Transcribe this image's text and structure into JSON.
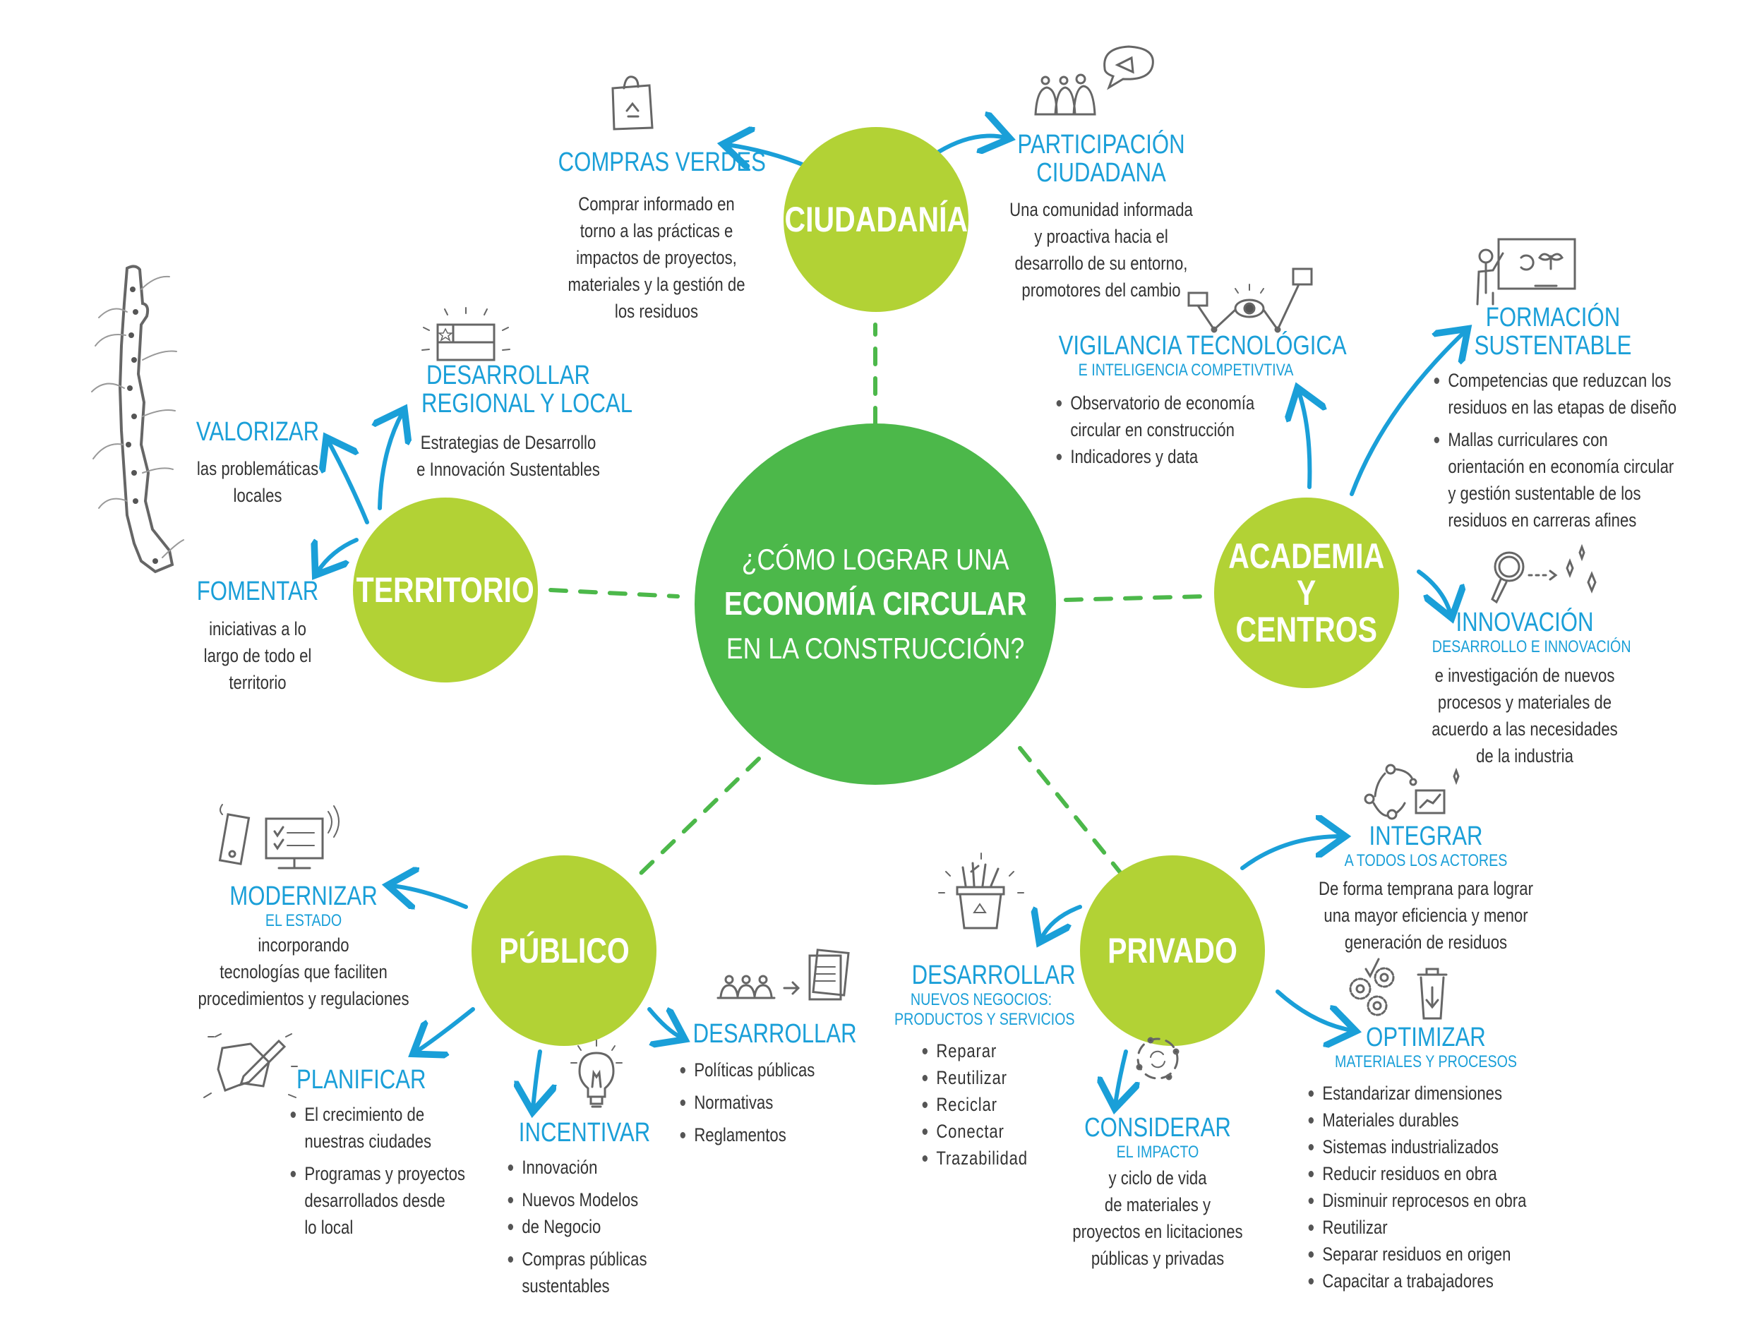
{
  "center": {
    "line1": "¿CÓMO LOGRAR UNA",
    "line2": "ECONOMÍA CIRCULAR",
    "line3": "EN LA CONSTRUCCIÓN?"
  },
  "colors": {
    "center": "#4cb84a",
    "hub": "#b2d235",
    "accent_blue": "#1a9fd8",
    "text": "#333333",
    "connector": "#4cb84a"
  },
  "hubs": {
    "ciudadania": {
      "label": "CIUDADANÍA",
      "branches": {
        "compras_verdes": {
          "title": "COMPRAS VERDES",
          "icon": "recycle-bag-icon",
          "text": [
            "Comprar informado en",
            "torno a las prácticas e",
            "impactos de  proyectos,",
            "materiales y la gestión de",
            "los residuos"
          ]
        },
        "participacion": {
          "title_1": "PARTICIPACIÓN",
          "title_2": "CIUDADANA",
          "icon": "people-megaphone-icon",
          "text": [
            "Una comunidad informada",
            "y proactiva hacia el",
            "desarrollo de su entorno,",
            "promotores del cambio"
          ]
        }
      }
    },
    "territorio": {
      "label": "TERRITORIO",
      "map_icon": "chile-map-icon",
      "branches": {
        "valorizar": {
          "title": "VALORIZAR",
          "text": [
            "las problemáticas",
            "locales"
          ]
        },
        "desarrollar": {
          "title_1": "DESARROLLAR",
          "title_2": "REGIONAL Y LOCAL",
          "icon": "chile-flag-icon",
          "text": [
            "Estrategias de Desarrollo",
            "e Innovación Sustentables"
          ]
        },
        "fomentar": {
          "title": "FOMENTAR",
          "text": [
            "iniciativas a lo",
            "largo de todo el",
            "territorio"
          ]
        }
      }
    },
    "academia": {
      "label_1": "ACADEMIA",
      "label_2": "Y CENTROS",
      "branches": {
        "vigilancia": {
          "title": "VIGILANCIA TECNOLÓGICA",
          "subtitle": "E INTELIGENCIA COMPETIVTIVA",
          "icon": "eye-network-icon",
          "items": [
            "Observatorio de economía",
            "circular en construcción",
            "Indicadores y data"
          ]
        },
        "formacion": {
          "title_1": "FORMACIÓN",
          "title_2": "SUSTENTABLE",
          "icon": "teacher-board-icon",
          "items": [
            {
              "lines": [
                "Competencias  que reduzcan los",
                "residuos en las etapas de diseño"
              ]
            },
            {
              "lines": [
                "Mallas curriculares  con",
                "orientación en economía circular",
                "y gestión sustentable de los",
                "residuos en carreras afines"
              ]
            }
          ]
        },
        "innovacion": {
          "title": "INNOVACIÓN",
          "subtitle": "DESARROLLO E INNOVACIÓN",
          "icon": "magnifier-sparkle-icon",
          "text": [
            "e investigación de nuevos",
            "procesos y materiales de",
            "acuerdo a las necesidades",
            "de la industria"
          ]
        }
      }
    },
    "publico": {
      "label": "PÚBLICO",
      "branches": {
        "modernizar": {
          "title": "MODERNIZAR",
          "subtitle": "EL ESTADO",
          "icon": "phone-monitor-icon",
          "text": [
            "incorporando",
            "tecnologías que faciliten",
            "procedimientos y regulaciones"
          ]
        },
        "planificar": {
          "title": "PLANIFICAR",
          "icon": "map-pencil-icon",
          "items": [
            {
              "lines": [
                "El crecimiento de",
                "nuestras ciudades"
              ]
            },
            {
              "lines": [
                "Programas y proyectos",
                "desarrollados desde",
                "lo local"
              ]
            }
          ]
        },
        "incentivar": {
          "title": "INCENTIVAR",
          "icon": "lightbulb-icon",
          "items": [
            {
              "lines": [
                "Innovación"
              ]
            },
            {
              "lines": [
                "Nuevos Modelos"
              ]
            },
            {
              "lines": [
                "de Negocio"
              ]
            },
            {
              "lines": [
                "Compras públicas",
                "sustentables"
              ]
            }
          ]
        },
        "desarrollar": {
          "title": "DESARROLLAR",
          "icon": "people-document-icon",
          "items": [
            "Políticas públicas",
            "Normativas",
            "Reglamentos"
          ]
        }
      }
    },
    "privado": {
      "label": "PRIVADO",
      "branches": {
        "integrar": {
          "title": "INTEGRAR",
          "subtitle": "A TODOS LOS ACTORES",
          "icon": "network-chart-icon",
          "text": [
            "De forma temprana para lograr",
            "una mayor eficiencia y menor",
            "generación de residuos"
          ]
        },
        "desarrollar": {
          "title": "DESARROLLAR",
          "subtitle_1": "NUEVOS NEGOCIOS:",
          "subtitle_2": "PRODUCTOS Y SERVICIOS",
          "icon": "recycle-bin-icon",
          "items": [
            "Reparar",
            "Reutilizar",
            "Reciclar",
            "Conectar",
            "Trazabilidad"
          ]
        },
        "considerar": {
          "title": "CONSIDERAR",
          "subtitle": "EL IMPACTO",
          "icon": "cycle-dots-icon",
          "text": [
            "y ciclo de vida",
            "de materiales y",
            "proyectos en licitaciones",
            "públicas y privadas"
          ]
        },
        "optimizar": {
          "title": "OPTIMIZAR",
          "subtitle": "MATERIALES Y PROCESOS",
          "icon": "gears-trash-icon",
          "items": [
            "Estandarizar dimensiones",
            "Materiales durables",
            "Sistemas industrializados",
            "Reducir residuos en obra",
            "Disminuir reprocesos en obra",
            "Reutilizar",
            "Separar residuos  en origen",
            "Capacitar a trabajadores"
          ]
        }
      }
    }
  }
}
